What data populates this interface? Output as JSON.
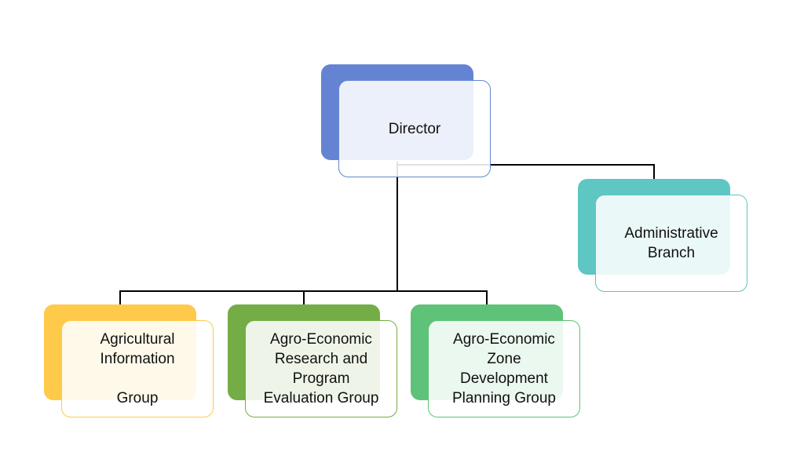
{
  "colors": {
    "director": "#6484d3",
    "admin": "#5ec6c3",
    "agri_info": "#ffc94a",
    "research": "#74ad45",
    "zone": "#5ec278",
    "connector": "#000000"
  },
  "nodes": {
    "director": {
      "label": "Director"
    },
    "admin": {
      "label": "Administrative\nBranch"
    },
    "agri_info": {
      "label": "Agricultural\nInformation\n\nGroup"
    },
    "research": {
      "label": "Agro-Economic\nResearch and\nProgram\nEvaluation Group"
    },
    "zone": {
      "label": "Agro-Economic\nZone\nDevelopment\nPlanning Group"
    }
  }
}
